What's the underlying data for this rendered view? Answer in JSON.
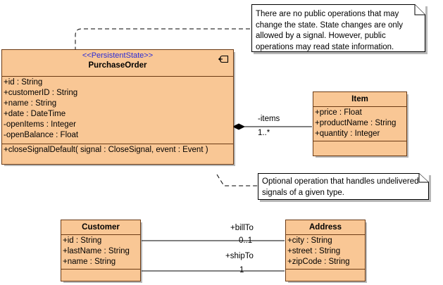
{
  "diagram": {
    "type": "uml-class-diagram",
    "colors": {
      "class_fill": "#F9C795",
      "class_border": "#6B3A14",
      "stereotype_text": "#2b2bd6",
      "note_fill": "#FFFFFF",
      "note_border": "#000000",
      "line": "#000000"
    }
  },
  "classes": {
    "purchase_order": {
      "stereotype": "<<PersistentState>>",
      "name": "PurchaseOrder",
      "icon": "signal-reception-icon",
      "attributes": [
        "+id : String",
        "+customerID : String",
        "+name : String",
        "+date : DateTime",
        "-openItems : Integer",
        "-openBalance : Float"
      ],
      "operations": [
        "+closeSignalDefault( signal : CloseSignal, event : Event )"
      ]
    },
    "item": {
      "name": "Item",
      "attributes": [
        "+price : Float",
        "+productName : String",
        "+quantity : Integer"
      ],
      "operations": []
    },
    "customer": {
      "name": "Customer",
      "attributes": [
        "+id : String",
        "+lastName : String",
        "+name : String"
      ],
      "operations": []
    },
    "address": {
      "name": "Address",
      "attributes": [
        "+city : String",
        "+street : String",
        "+zipCode : String"
      ],
      "operations": []
    }
  },
  "associations": [
    {
      "id": "po-items",
      "from": "PurchaseOrder",
      "to": "Item",
      "kind": "composition",
      "role_label": "-items",
      "multiplicity": "1..*"
    },
    {
      "id": "customer-billto",
      "from": "Customer",
      "to": "Address",
      "kind": "association",
      "role_label": "+billTo",
      "multiplicity": "0..1"
    },
    {
      "id": "customer-shipto",
      "from": "Customer",
      "to": "Address",
      "kind": "association",
      "role_label": "+shipTo",
      "multiplicity": "1"
    }
  ],
  "notes": [
    {
      "id": "note-state",
      "text": "There are no public operations that may change the state. State changes are only allowed by a signal. However, public operations may read state information.",
      "anchored_to": "PurchaseOrder"
    },
    {
      "id": "note-operation",
      "text": "Optional operation that handles undelivered signals of a given type.",
      "anchored_to": "closeSignalDefault"
    }
  ]
}
